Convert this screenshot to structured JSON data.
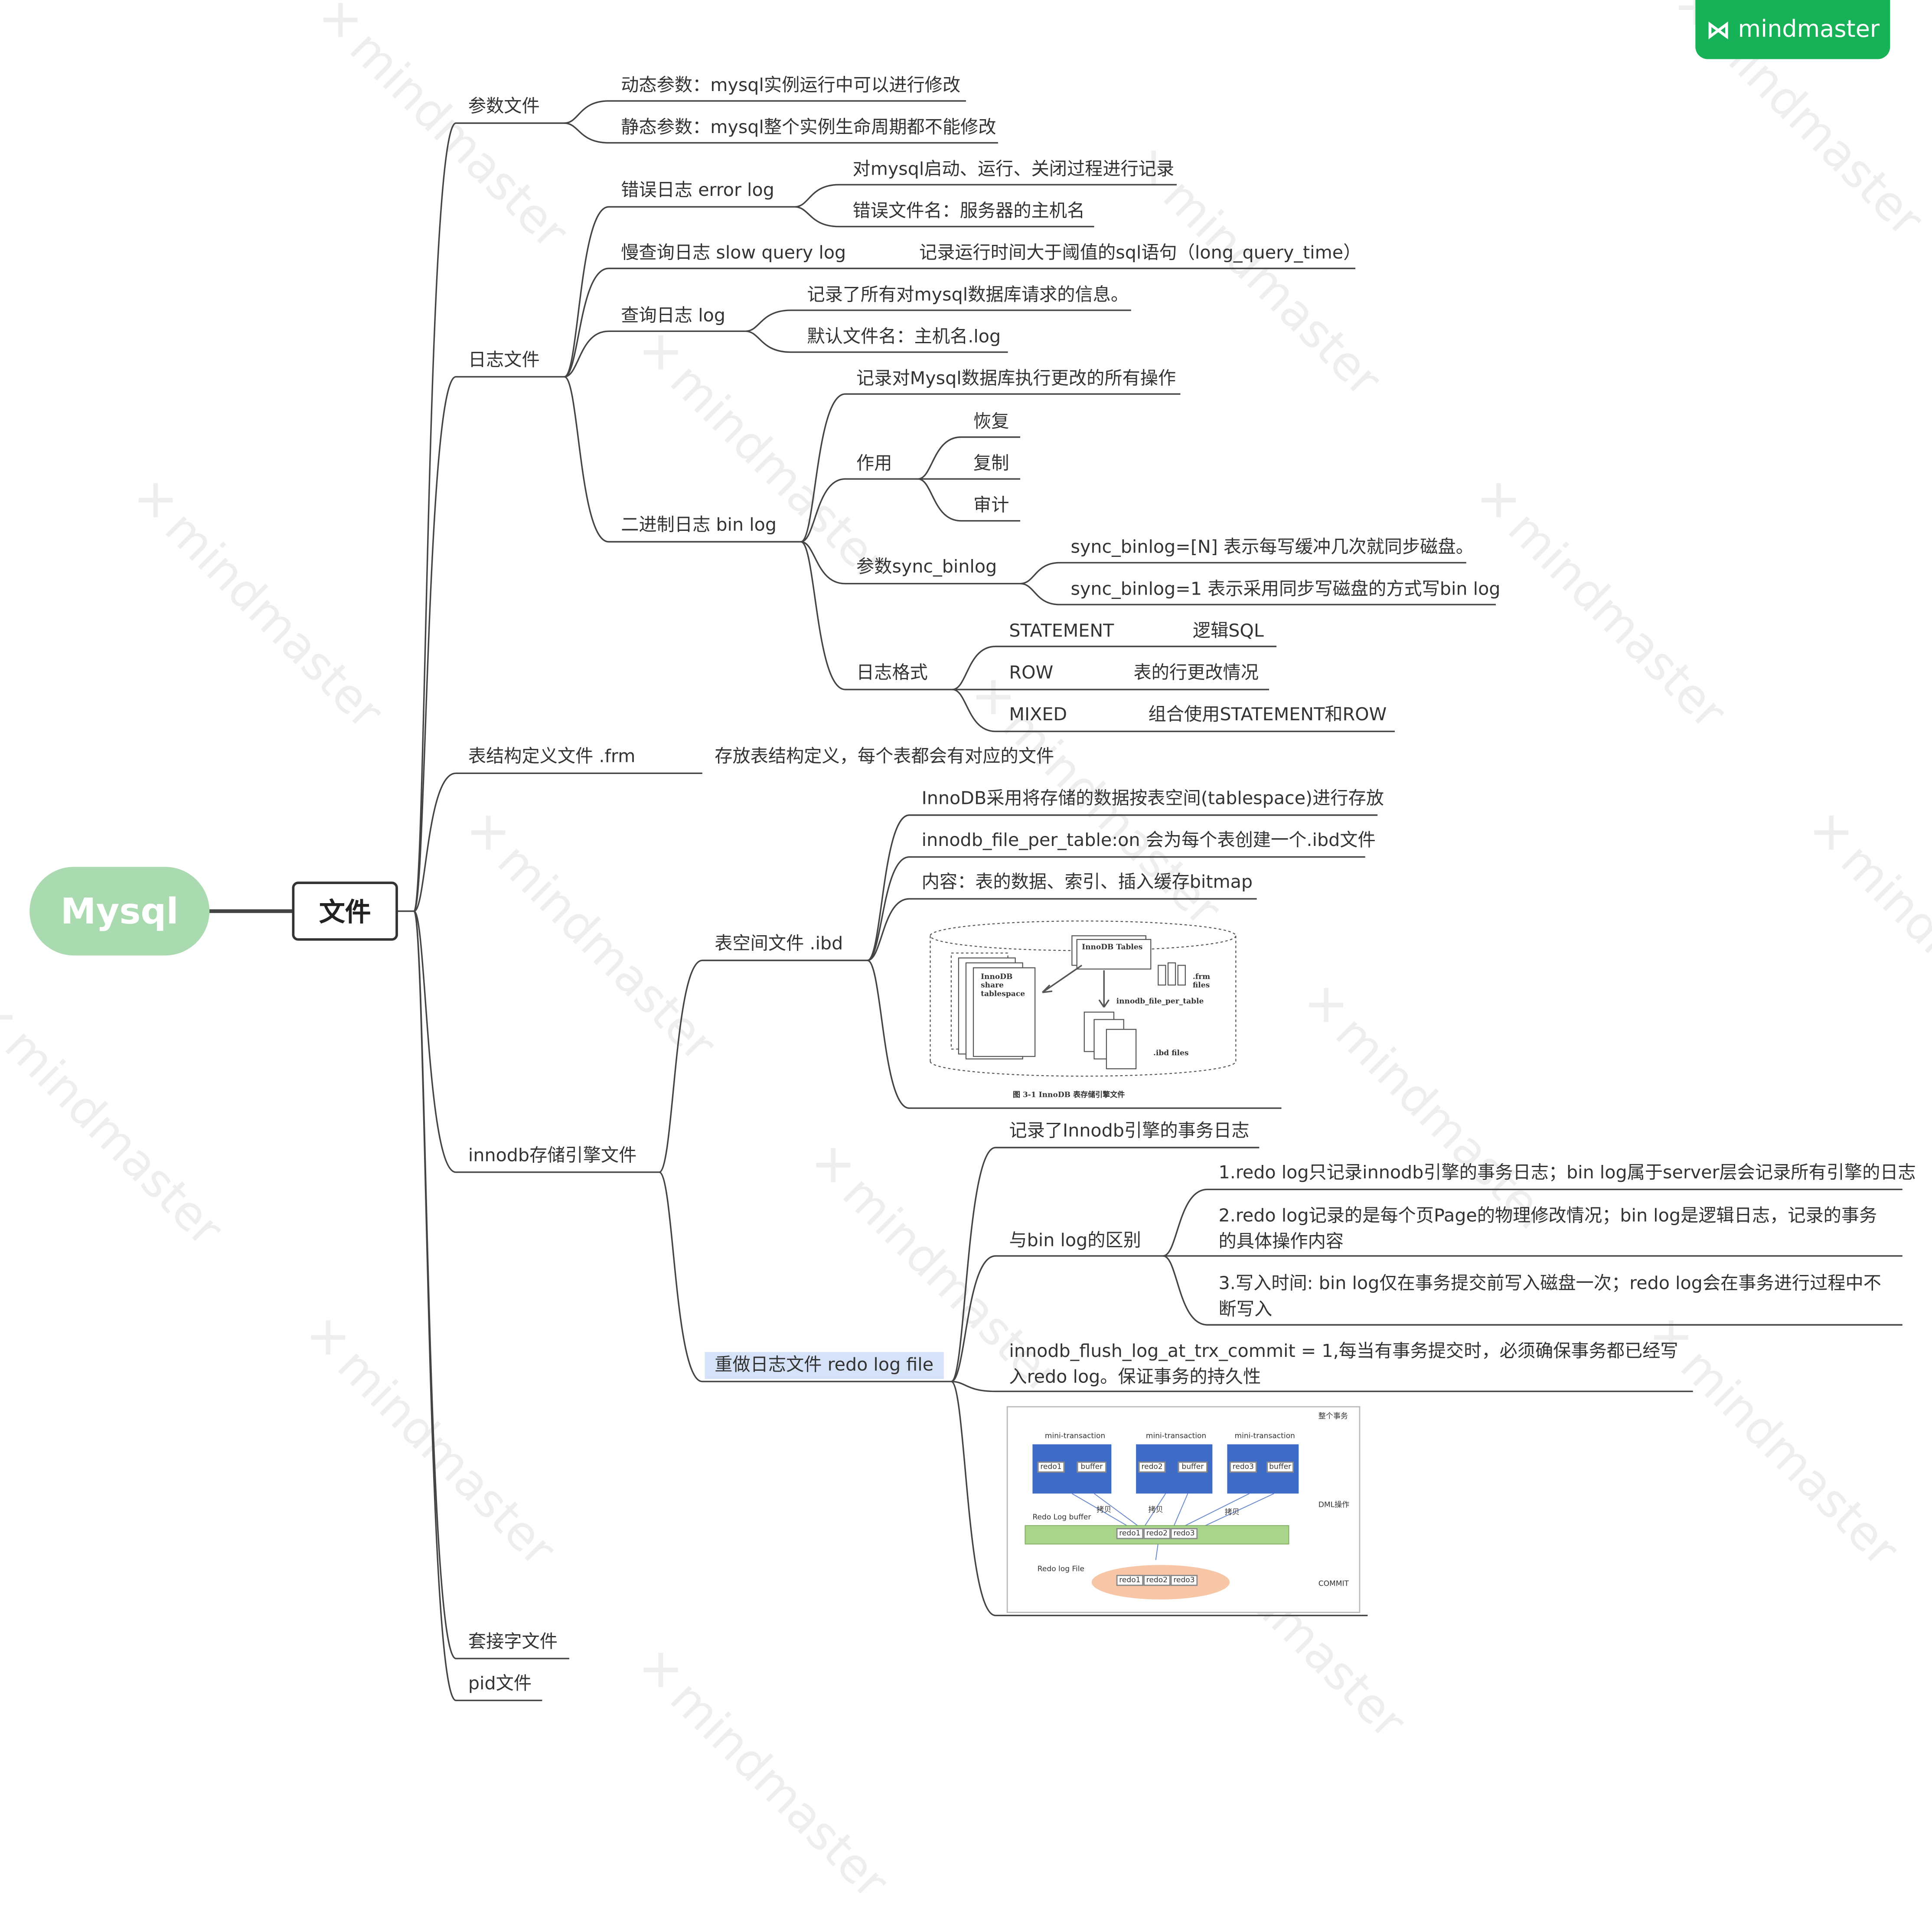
{
  "brand": {
    "logo": "mindmaster"
  },
  "watermark": "mindmaster",
  "root": "Mysql",
  "main": "文件",
  "nodes": {
    "param_file": "参数文件",
    "param_dynamic": "动态参数：mysql实例运行中可以进行修改",
    "param_static": "静态参数：mysql整个实例生命周期都不能修改",
    "log_file": "日志文件",
    "error_log": "错误日志 error log",
    "error_log_1": "对mysql启动、运行、关闭过程进行记录",
    "error_log_2": "错误文件名：服务器的主机名",
    "slow_log": "慢查询日志 slow query log",
    "slow_log_1": "记录运行时间大于阈值的sql语句（long_query_time）",
    "query_log": "查询日志 log",
    "query_log_1": "记录了所有对mysql数据库请求的信息。",
    "query_log_2": "默认文件名：主机名.log",
    "bin_log": "二进制日志 bin log",
    "bin_log_1": "记录对Mysql数据库执行更改的所有操作",
    "bin_use": "作用",
    "bin_use_1": "恢复",
    "bin_use_2": "复制",
    "bin_use_3": "审计",
    "sync_binlog": "参数sync_binlog",
    "sync_binlog_1": "sync_binlog=[N] 表示每写缓冲几次就同步磁盘。",
    "sync_binlog_2": "sync_binlog=1 表示采用同步写磁盘的方式写bin log",
    "log_format": "日志格式",
    "fmt_statement": "STATEMENT",
    "fmt_statement_desc": "逻辑SQL",
    "fmt_row": "ROW",
    "fmt_row_desc": "表的行更改情况",
    "fmt_mixed": "MIXED",
    "fmt_mixed_desc": "组合使用STATEMENT和ROW",
    "frm_file": "表结构定义文件 .frm",
    "frm_file_1": "存放表结构定义，每个表都会有对应的文件",
    "innodb_file": "innodb存储引擎文件",
    "ibd_file": "表空间文件 .ibd",
    "ibd_1": "InnoDB采用将存储的数据按表空间(tablespace)进行存放",
    "ibd_2": "innodb_file_per_table:on 会为每个表创建一个.ibd文件",
    "ibd_3": "内容：表的数据、索引、插入缓存bitmap",
    "redo_file": "重做日志文件 redo log file",
    "redo_1": "记录了Innodb引擎的事务日志",
    "redo_diff": "与bin log的区别",
    "redo_diff_1": "1.redo log只记录innodb引擎的事务日志；bin log属于server层会记录所有引擎的日志",
    "redo_diff_2": "2.redo log记录的是每个页Page的物理修改情况；bin log是逻辑日志，记录的事务的具体操作内容",
    "redo_diff_3": "3.写入时间: bin log仅在事务提交前写入磁盘一次；redo log会在事务进行过程中不断写入",
    "redo_flush": "innodb_flush_log_at_trx_commit = 1,每当有事务提交时，必须确保事务都已经写入redo log。保证事务的持久性",
    "socket_file": "套接字文件",
    "pid_file": "pid文件"
  },
  "figure_tablespace": {
    "tables": "InnoDB Tables",
    "share": "InnoDB share tablespace",
    "frm": ".frm files",
    "per_table": "innodb_file_per_table",
    "ibd": ".ibd files",
    "caption": "图 3-1    InnoDB 表存储引擎文件"
  },
  "figure_redo": {
    "whole": "整个事务",
    "mini": "mini-transaction",
    "redo1": "redo1",
    "redo2": "redo2",
    "redo3": "redo3",
    "buffer": "buffer",
    "copy": "拷贝",
    "buffer_label": "Redo Log buffer",
    "file_label": "Redo log File",
    "dml": "DML操作",
    "commit": "COMMIT"
  }
}
